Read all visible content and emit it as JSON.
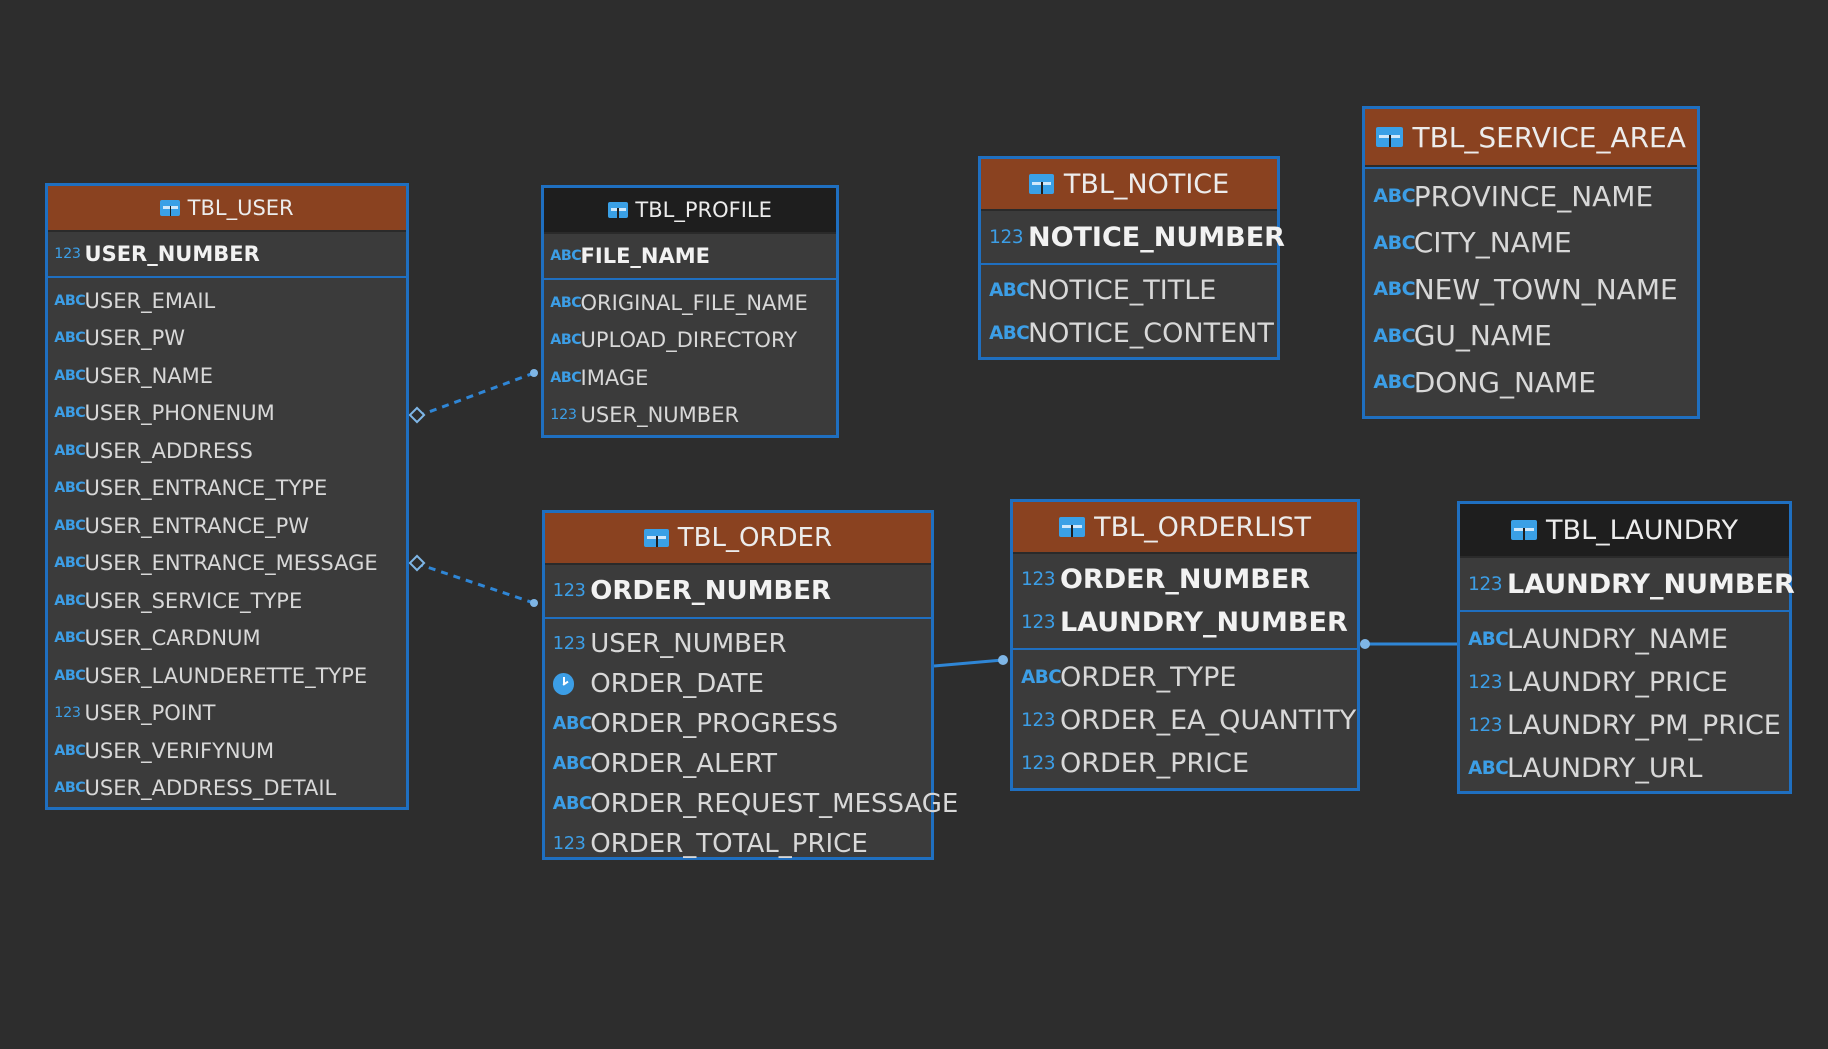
{
  "colors": {
    "background": "#2d2d2d",
    "table_border": "#1f6fc0",
    "header_brown": "#8a4220",
    "header_dark": "#1e1e1e",
    "type_icon": "#3c9ee6",
    "text": "#d8d8d8"
  },
  "type_labels": {
    "text": "ABC",
    "number": "123"
  },
  "tables": {
    "user": {
      "name": "TBL_USER",
      "icon": "table-icon",
      "keys": [
        {
          "name": "USER_NUMBER",
          "type": "number"
        }
      ],
      "columns": [
        {
          "name": "USER_EMAIL",
          "type": "text"
        },
        {
          "name": "USER_PW",
          "type": "text"
        },
        {
          "name": "USER_NAME",
          "type": "text"
        },
        {
          "name": "USER_PHONENUM",
          "type": "text"
        },
        {
          "name": "USER_ADDRESS",
          "type": "text"
        },
        {
          "name": "USER_ENTRANCE_TYPE",
          "type": "text"
        },
        {
          "name": "USER_ENTRANCE_PW",
          "type": "text"
        },
        {
          "name": "USER_ENTRANCE_MESSAGE",
          "type": "text"
        },
        {
          "name": "USER_SERVICE_TYPE",
          "type": "text"
        },
        {
          "name": "USER_CARDNUM",
          "type": "text"
        },
        {
          "name": "USER_LAUNDERETTE_TYPE",
          "type": "text"
        },
        {
          "name": "USER_POINT",
          "type": "number"
        },
        {
          "name": "USER_VERIFYNUM",
          "type": "text"
        },
        {
          "name": "USER_ADDRESS_DETAIL",
          "type": "text"
        }
      ]
    },
    "profile": {
      "name": "TBL_PROFILE",
      "icon": "table-icon",
      "keys": [
        {
          "name": "FILE_NAME",
          "type": "text"
        }
      ],
      "columns": [
        {
          "name": "ORIGINAL_FILE_NAME",
          "type": "text"
        },
        {
          "name": "UPLOAD_DIRECTORY",
          "type": "text"
        },
        {
          "name": "IMAGE",
          "type": "text"
        },
        {
          "name": "USER_NUMBER",
          "type": "number"
        }
      ]
    },
    "notice": {
      "name": "TBL_NOTICE",
      "icon": "table-icon",
      "keys": [
        {
          "name": "NOTICE_NUMBER",
          "type": "number"
        }
      ],
      "columns": [
        {
          "name": "NOTICE_TITLE",
          "type": "text"
        },
        {
          "name": "NOTICE_CONTENT",
          "type": "text"
        }
      ]
    },
    "service_area": {
      "name": "TBL_SERVICE_AREA",
      "icon": "table-icon",
      "keys": [],
      "columns": [
        {
          "name": "PROVINCE_NAME",
          "type": "text"
        },
        {
          "name": "CITY_NAME",
          "type": "text"
        },
        {
          "name": "NEW_TOWN_NAME",
          "type": "text"
        },
        {
          "name": "GU_NAME",
          "type": "text"
        },
        {
          "name": "DONG_NAME",
          "type": "text"
        }
      ]
    },
    "order": {
      "name": "TBL_ORDER",
      "icon": "table-icon",
      "keys": [
        {
          "name": "ORDER_NUMBER",
          "type": "number"
        }
      ],
      "columns": [
        {
          "name": "USER_NUMBER",
          "type": "number"
        },
        {
          "name": "ORDER_DATE",
          "type": "date"
        },
        {
          "name": "ORDER_PROGRESS",
          "type": "text"
        },
        {
          "name": "ORDER_ALERT",
          "type": "text"
        },
        {
          "name": "ORDER_REQUEST_MESSAGE",
          "type": "text"
        },
        {
          "name": "ORDER_TOTAL_PRICE",
          "type": "number"
        }
      ]
    },
    "orderlist": {
      "name": "TBL_ORDERLIST",
      "icon": "table-icon",
      "keys": [
        {
          "name": "ORDER_NUMBER",
          "type": "number"
        },
        {
          "name": "LAUNDRY_NUMBER",
          "type": "number"
        }
      ],
      "columns": [
        {
          "name": "ORDER_TYPE",
          "type": "text"
        },
        {
          "name": "ORDER_EA_QUANTITY",
          "type": "number"
        },
        {
          "name": "ORDER_PRICE",
          "type": "number"
        }
      ]
    },
    "laundry": {
      "name": "TBL_LAUNDRY",
      "icon": "table-icon",
      "keys": [
        {
          "name": "LAUNDRY_NUMBER",
          "type": "number"
        }
      ],
      "columns": [
        {
          "name": "LAUNDRY_NAME",
          "type": "text"
        },
        {
          "name": "LAUNDRY_PRICE",
          "type": "number"
        },
        {
          "name": "LAUNDRY_PM_PRICE",
          "type": "number"
        },
        {
          "name": "LAUNDRY_URL",
          "type": "text"
        }
      ]
    }
  },
  "relationships": [
    {
      "from": "profile",
      "to": "user",
      "style": "dashed"
    },
    {
      "from": "order",
      "to": "user",
      "style": "dashed"
    },
    {
      "from": "orderlist",
      "to": "order",
      "style": "solid"
    },
    {
      "from": "orderlist",
      "to": "laundry",
      "style": "solid"
    }
  ]
}
